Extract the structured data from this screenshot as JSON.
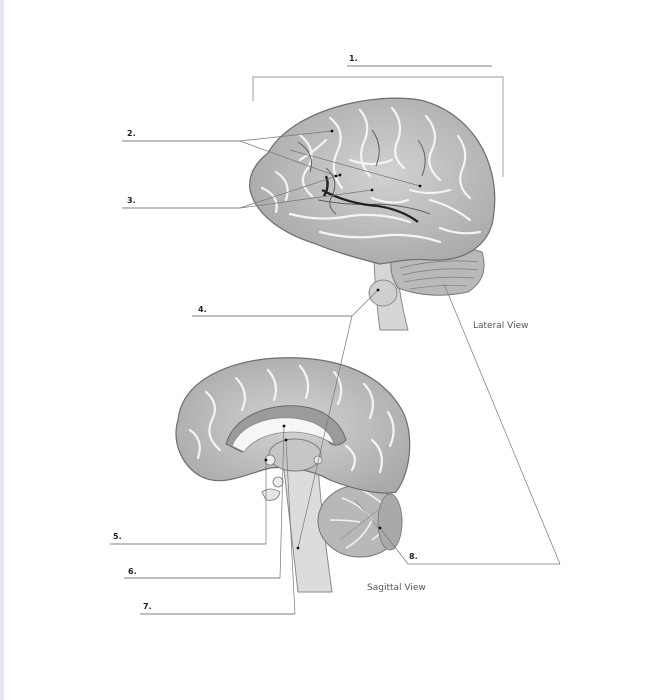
{
  "labels": {
    "l1": "1.",
    "l2": "2.",
    "l3": "3.",
    "l4": "4.",
    "l5": "5.",
    "l6": "6.",
    "l7": "7.",
    "l8": "8."
  },
  "views": {
    "lateral": "Lateral View",
    "sagittal": "Sagittal View"
  },
  "colors": {
    "cortex": "#c9c9c9",
    "cortex_dark": "#a7a7a7",
    "sulcus": "#f4f4f4",
    "cerebellum": "#b7b7b7",
    "stem": "#d5d5d5",
    "line": "#555555"
  }
}
